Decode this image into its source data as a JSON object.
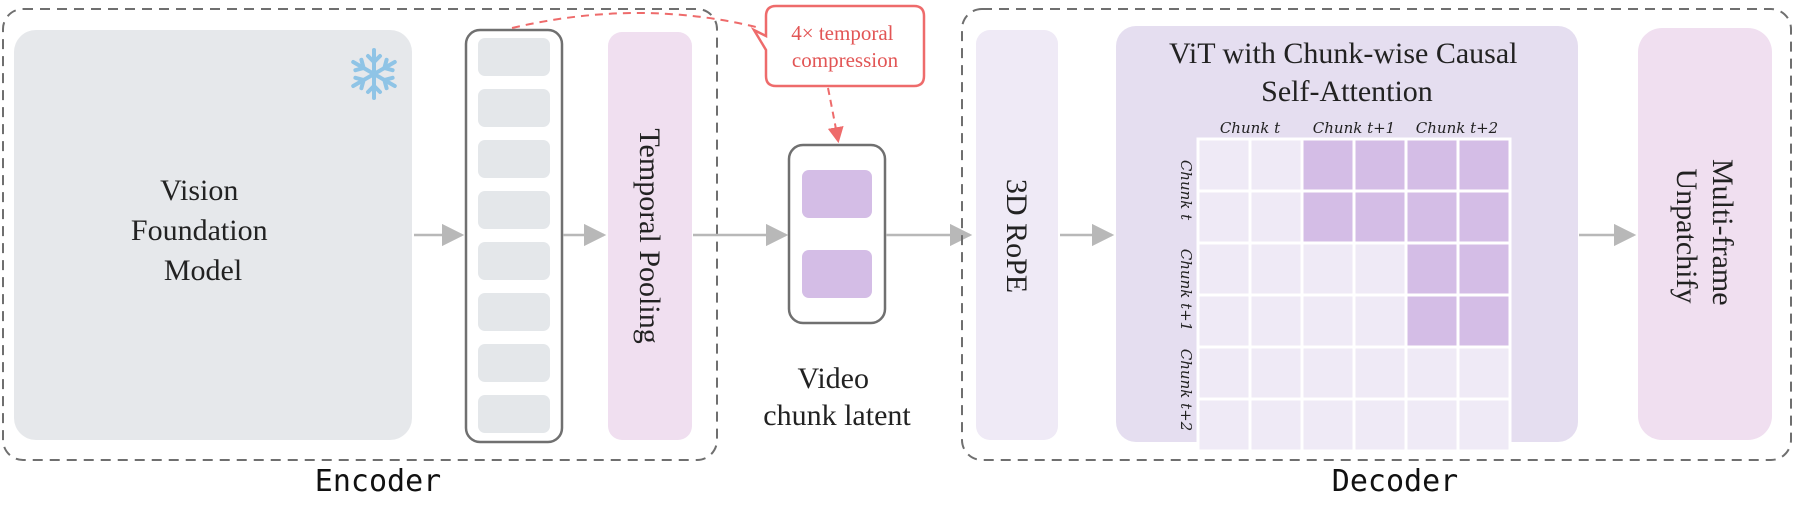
{
  "encoder": {
    "label": "Encoder",
    "vfm_lines": [
      "Vision",
      "Foundation",
      "Model"
    ],
    "frozen_icon": "snowflake-icon",
    "pooling_label": "Temporal Pooling"
  },
  "callout": {
    "lines": [
      "4× temporal",
      "compression"
    ]
  },
  "latent": {
    "lines": [
      "Video",
      "chunk latent"
    ]
  },
  "decoder": {
    "label": "Decoder",
    "rope_label": "3D RoPE",
    "vit_title_lines": [
      "ViT with Chunk-wise Causal",
      "Self-Attention"
    ],
    "unpatchify_lines": [
      "Multi-frame",
      "Unpatchify"
    ],
    "chunk_labels": [
      "Chunk t",
      "Chunk t+1",
      "Chunk t+2"
    ],
    "attention_mask": [
      [
        0,
        0,
        1,
        1,
        1,
        1
      ],
      [
        0,
        0,
        1,
        1,
        1,
        1
      ],
      [
        0,
        0,
        0,
        0,
        1,
        1
      ],
      [
        0,
        0,
        0,
        0,
        1,
        1
      ],
      [
        0,
        0,
        0,
        0,
        0,
        0
      ],
      [
        0,
        0,
        0,
        0,
        0,
        0
      ]
    ]
  },
  "colors": {
    "dashed_border": "#6f6f6f",
    "vfm_fill": "#e6e8eb",
    "token_fill": "#e4e7ea",
    "purple_light": "#efeaf6",
    "purple_mid": "#e5def0",
    "purple_soft": "#f0dff0",
    "purple_cell": "#d4bde6",
    "callout_red": "#ee6b6b",
    "arrow": "#b8b8b8",
    "snowflake": "#8fc4e6"
  }
}
